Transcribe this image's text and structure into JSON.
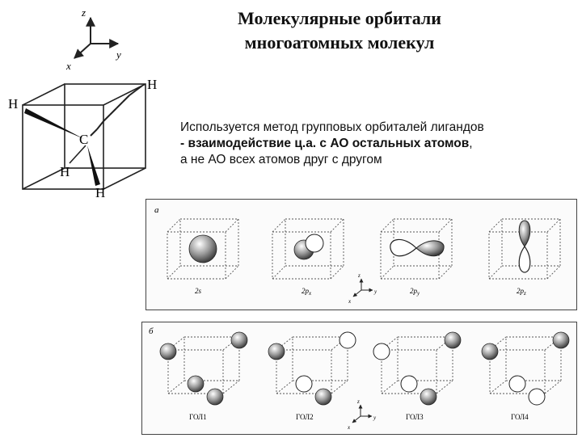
{
  "title": {
    "line1": "Молекулярные орбитали",
    "line2": "многоатомных молекул"
  },
  "body": {
    "line1": "Используется метод групповых орбиталей лигандов",
    "line2_bold": "- взаимодействие ц.а. с АО остальных атомов",
    "line2_rest": ",",
    "line3": "а не АО всех атомов друг с другом"
  },
  "axes_main": {
    "z": "z",
    "y": "y",
    "x": "x"
  },
  "molecule": {
    "h_top_right": "H",
    "h_left": "H",
    "carbon": "C",
    "h_bottom_left": "H",
    "h_bottom": "H"
  },
  "panel_a": {
    "letter": "а",
    "labels": [
      "2s",
      "2p",
      "2p",
      "2p"
    ],
    "subscripts": [
      "",
      "x",
      "y",
      "z"
    ],
    "axes": {
      "z": "z",
      "y": "y",
      "x": "x"
    }
  },
  "panel_b": {
    "letter": "б",
    "labels": [
      "ГОЛ1",
      "ГОЛ2",
      "ГОЛ3",
      "ГОЛ4"
    ],
    "axes": {
      "z": "z",
      "y": "y",
      "x": "x"
    }
  },
  "colors": {
    "line": "#222222",
    "sphere_light": "#f4f4f4",
    "sphere_dark": "#555555",
    "panel_border": "#444444"
  }
}
